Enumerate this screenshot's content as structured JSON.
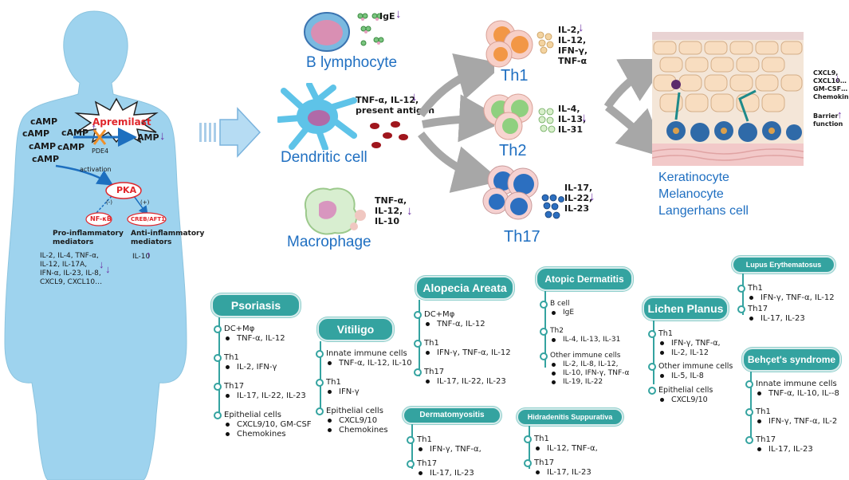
{
  "silhouette": {
    "drug": "Apremilast",
    "camp_labels": [
      "cAMP",
      "cAMP",
      "cAMP",
      "cAMP",
      "cAMP",
      "cAMP"
    ],
    "pde4": "PDE4",
    "amp": "AMP",
    "activation": "activation",
    "pka": "PKA",
    "nfkb": "NF-κB",
    "creb": "CREB/AFT1",
    "minus": "(-)",
    "plus": "(+)",
    "pro_title_1": "Pro-inflammatory",
    "pro_title_2": "mediators",
    "anti_title_1": "Anti-inflammatory",
    "anti_title_2": "mediators",
    "pro_lines": [
      "IL-2, IL-4, TNF-α,",
      "IL-12, IL-17A,",
      "IFN-α, IL-23, IL-8,",
      "CXCL9, CXCL10…"
    ],
    "anti_value": "IL-10"
  },
  "cells": {
    "b_lymphocyte": {
      "label": "B lymphocyte",
      "marker": "IgE"
    },
    "dendritic": {
      "label": "Dendritic cell",
      "lines": [
        "TNF-α, IL-12,",
        "present antigen"
      ]
    },
    "macrophage": {
      "label": "Macrophage",
      "lines": [
        "TNF-α,",
        "IL-12,",
        "IL-10"
      ]
    }
  },
  "th": {
    "th1": {
      "label": "Th1",
      "lines": [
        "IL-2,",
        "IL-12,",
        "IFN-γ,",
        "TNF-α"
      ]
    },
    "th2": {
      "label": "Th2",
      "lines": [
        "IL-4,",
        "IL-13,",
        "IL-31"
      ]
    },
    "th17": {
      "label": "Th17",
      "lines": [
        "IL-17,",
        "IL-22,",
        "IL-23"
      ]
    }
  },
  "skin": {
    "markers": [
      "CXCL9,",
      "CXCL10…",
      "GM-CSF…",
      "Chemokines"
    ],
    "barrier": [
      "Barrier",
      "function"
    ],
    "labels": [
      "Keratinocyte",
      "Melanocyte",
      "Langerhans cell"
    ]
  },
  "diseases": {
    "psoriasis": {
      "title": "Psoriasis",
      "groups": [
        {
          "cat": "DC+Mφ",
          "vals": [
            "TNF-α, IL-12"
          ]
        },
        {
          "cat": "Th1",
          "vals": [
            "IL-2, IFN-γ"
          ]
        },
        {
          "cat": "Th17",
          "vals": [
            "IL-17, IL-22, IL-23"
          ]
        },
        {
          "cat": "Epithelial cells",
          "vals": [
            "CXCL9/10, GM-CSF",
            "Chemokines"
          ]
        }
      ]
    },
    "vitiligo": {
      "title": "Vitiligo",
      "groups": [
        {
          "cat": "Innate immune cells",
          "vals": [
            "TNF-α, IL-12, IL-10"
          ]
        },
        {
          "cat": "Th1",
          "vals": [
            "IFN-γ"
          ]
        },
        {
          "cat": "Epithelial cells",
          "vals": [
            "CXCL9/10",
            "Chemokines"
          ]
        }
      ]
    },
    "alopecia": {
      "title": "Alopecia Areata",
      "groups": [
        {
          "cat": "DC+Mφ",
          "vals": [
            "TNF-α, IL-12"
          ]
        },
        {
          "cat": "Th1",
          "vals": [
            "IFN-γ, TNF-α, IL-12"
          ]
        },
        {
          "cat": "Th17",
          "vals": [
            "IL-17, IL-22, IL-23"
          ]
        }
      ]
    },
    "atopic": {
      "title": "Atopic Dermatitis",
      "groups": [
        {
          "cat": "B cell",
          "vals": [
            "IgE"
          ]
        },
        {
          "cat": "Th2",
          "vals": [
            "IL-4, IL-13, IL-31"
          ]
        },
        {
          "cat": "Other immune cells",
          "vals": [
            "IL-2, IL-8, IL-12,",
            "IL-10, IFN-γ, TNF-α",
            "IL-19, IL-22"
          ]
        }
      ]
    },
    "lichen": {
      "title": "Lichen Planus",
      "groups": [
        {
          "cat": "Th1",
          "vals": [
            "IFN-γ, TNF-α,",
            "IL-2, IL-12"
          ]
        },
        {
          "cat": "Other immune cells",
          "vals": [
            "IL-5, IL-8"
          ]
        },
        {
          "cat": "Epithelial cells",
          "vals": [
            "CXCL9/10"
          ]
        }
      ]
    },
    "lupus": {
      "title": "Lupus Erythematosus",
      "groups": [
        {
          "cat": "Th1",
          "vals": [
            "IFN-γ, TNF-α, IL-12"
          ]
        },
        {
          "cat": "Th17",
          "vals": [
            "IL-17, IL-23"
          ]
        }
      ]
    },
    "behcet": {
      "title": "Behçet's syndrome",
      "groups": [
        {
          "cat": "Innate immune cells",
          "vals": [
            "TNF-α, IL-10, IL--8"
          ]
        },
        {
          "cat": "Th1",
          "vals": [
            "IFN-γ, TNF-α, IL-2"
          ]
        },
        {
          "cat": "Th17",
          "vals": [
            "IL-17, IL-23"
          ]
        }
      ]
    },
    "dermatomyositis": {
      "title": "Dermatomyositis",
      "groups": [
        {
          "cat": "Th1",
          "vals": [
            "IFN-γ, TNF-α,"
          ]
        },
        {
          "cat": "Th17",
          "vals": [
            "IL-17, IL-23"
          ]
        }
      ]
    },
    "hidradenitis": {
      "title": "Hidradenitis Suppurativa",
      "groups": [
        {
          "cat": "Th1",
          "vals": [
            "IL-12, TNF-α,"
          ]
        },
        {
          "cat": "Th17",
          "vals": [
            "IL-17, IL-23"
          ]
        }
      ]
    }
  },
  "colors": {
    "silhouette": "#9ed3ee",
    "accent_teal": "#34a3a0",
    "label_blue": "#1f6fc1",
    "arrow_purple": "#6b2fa3",
    "drug_red": "#e0262b"
  }
}
